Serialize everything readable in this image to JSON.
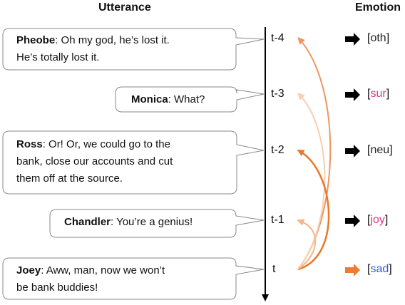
{
  "headers": {
    "utterance": "Utterance",
    "emotion": "Emotion"
  },
  "utterances": [
    {
      "speaker": "Pheobe",
      "line1": ": Oh my god, he’s lost it.",
      "line2": "He’s totally lost it."
    },
    {
      "speaker": "Monica",
      "line1": ": What?",
      "line2": ""
    },
    {
      "speaker": "Ross",
      "line1": ": Or! Or, we could go to the",
      "line2": "bank, close our accounts and cut",
      "line3": "them off at the source."
    },
    {
      "speaker": "Chandler",
      "line1": ": You’re a genius!",
      "line2": ""
    },
    {
      "speaker": "Joey",
      "line1": ": Aww, man, now we won’t",
      "line2": "be bank buddies!"
    }
  ],
  "timesteps": [
    "t-4",
    "t-3",
    "t-2",
    "t-1",
    "t"
  ],
  "emotions": [
    {
      "label": "oth",
      "color": "#222222",
      "arrow_color": "#000000"
    },
    {
      "label": "sur",
      "color": "#e0388a",
      "arrow_color": "#000000"
    },
    {
      "label": "neu",
      "color": "#222222",
      "arrow_color": "#000000"
    },
    {
      "label": "joy",
      "color": "#e0388a",
      "arrow_color": "#000000"
    },
    {
      "label": "sad",
      "color": "#2f5fd0",
      "arrow_color": "#ed7d31"
    }
  ],
  "bracket_open": "[",
  "bracket_close": "]"
}
